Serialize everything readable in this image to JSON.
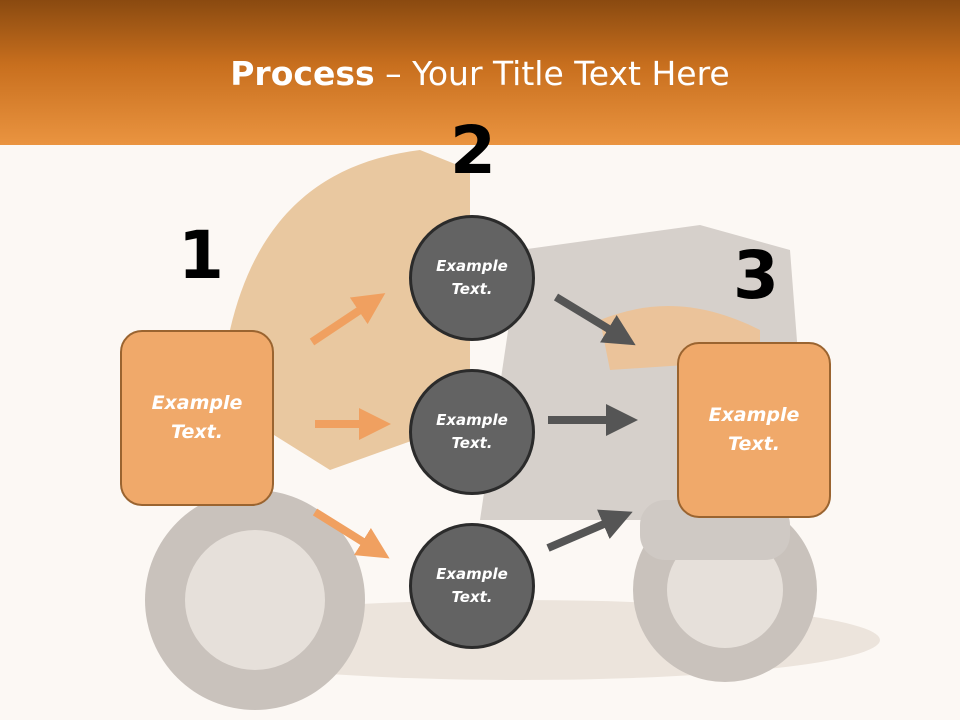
{
  "title": {
    "bold": "Process",
    "rest": " – Your Title Text Here"
  },
  "steps": [
    {
      "number": "1",
      "label_line1": "Example",
      "label_line2": "Text."
    },
    {
      "number": "2"
    },
    {
      "number": "3",
      "label_line1": "Example",
      "label_line2": "Text."
    }
  ],
  "circles": [
    {
      "line1": "Example",
      "line2": "Text."
    },
    {
      "line1": "Example",
      "line2": "Text."
    },
    {
      "line1": "Example",
      "line2": "Text."
    }
  ],
  "colors": {
    "header": "#e28a36",
    "box_fill": "#f0a96a",
    "circle_fill": "#636363",
    "arrow_orange": "#f0a060",
    "arrow_dark": "#555555"
  }
}
